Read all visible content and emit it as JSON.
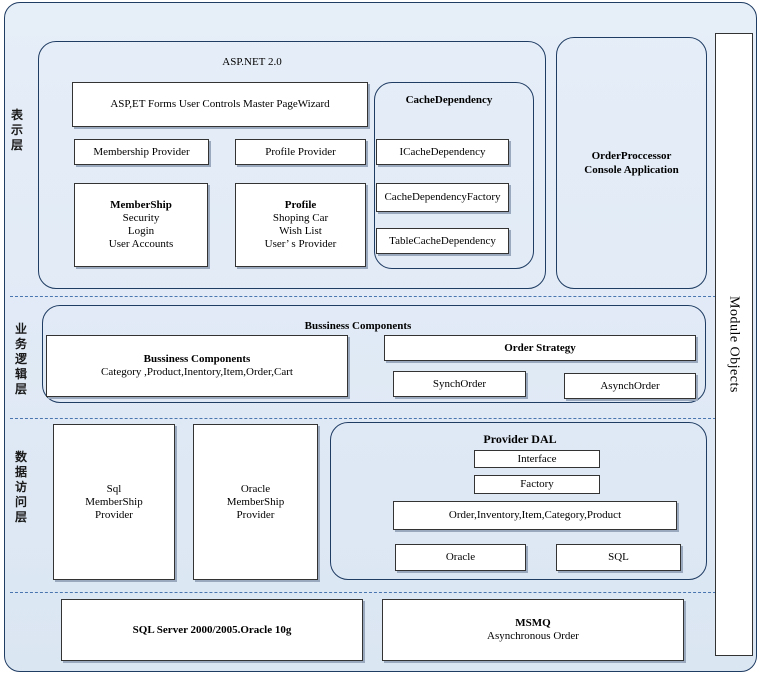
{
  "layers": {
    "presentation": "表示层",
    "business": "业务逻辑层",
    "data_access": "数据访问层"
  },
  "presentation": {
    "aspnet_title": "ASP.NET 2.0",
    "forms_bar": "ASP,ET Forms User Controls Master PageWizard",
    "membership_provider": "Membership Provider",
    "profile_provider": "Profile Provider",
    "membership": {
      "title": "MemberShip",
      "lines": [
        "Security",
        "Login",
        "User Accounts"
      ]
    },
    "profile": {
      "title": "Profile",
      "lines": [
        "Shoping Car",
        "Wish List",
        "User’ s Provider"
      ]
    },
    "cache": {
      "title": "CacheDependency",
      "items": [
        "ICacheDependency",
        "CacheDependencyFactory",
        "TableCacheDependency"
      ]
    },
    "order_processor": {
      "line1": "OrderProccessor",
      "line2": "Console Application"
    }
  },
  "business": {
    "title": "Bussiness Components",
    "inner_title": "Bussiness Components",
    "inner_sub": "Category ,Product,Inentory,Item,Order,Cart",
    "order_strategy": "Order Strategy",
    "synch": "SynchOrder",
    "asynch": "AsynchOrder"
  },
  "data_access": {
    "sql_membership": [
      "Sql",
      "MemberShip",
      "Provider"
    ],
    "oracle_membership": [
      "Oracle",
      "MemberShip",
      "Provider"
    ],
    "provider_dal": {
      "title": "Provider DAL",
      "interface": "Interface",
      "factory": "Factory",
      "entities": "Order,Inventory,Item,Category,Product",
      "oracle": "Oracle",
      "sql": "SQL"
    }
  },
  "storage": {
    "sql_server": "SQL Server 2000/2005.Oracle 10g",
    "msmq_title": "MSMQ",
    "msmq_sub": "Asynchronous Order"
  },
  "module_objects": "Module Objects"
}
